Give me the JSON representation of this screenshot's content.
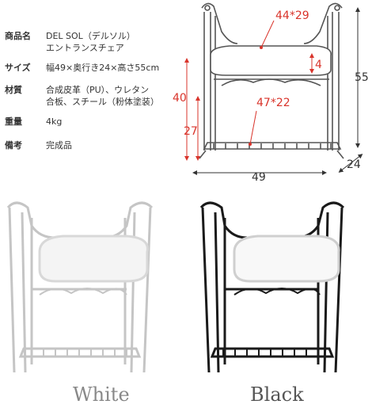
{
  "specs": [
    {
      "label": "商品名",
      "value": "DEL SOL（デルソル）\nエントランスチェア"
    },
    {
      "label": "サイズ",
      "value": "幅49×奥行き24×高さ55cm"
    },
    {
      "label": "材質",
      "value": "合成皮革（PU）、ウレタン\n合板、スチール（粉体塗装）"
    },
    {
      "label": "重量",
      "value": "4kg"
    },
    {
      "label": "備考",
      "value": "完成品"
    }
  ],
  "dimensions": {
    "seat": "44*29",
    "cushion": "4",
    "shelf": "47*22",
    "seat_height": "40",
    "shelf_height": "27",
    "height": "55",
    "width": "49",
    "depth": "24"
  },
  "variants": {
    "white": "White",
    "black": "Black"
  },
  "colors": {
    "red": "#d9342b",
    "dim": "#333333",
    "frame_white": "#bdbdbd",
    "frame_black": "#1a1a1a"
  }
}
